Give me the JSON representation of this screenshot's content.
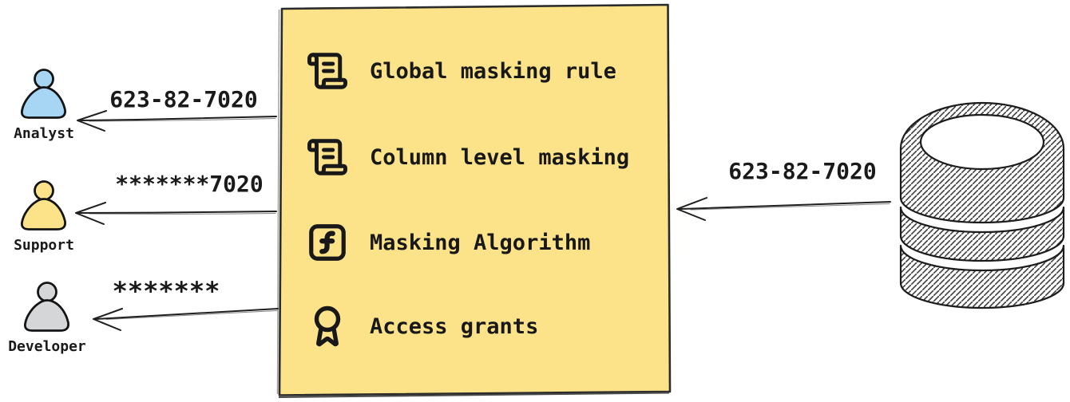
{
  "diagram": {
    "ink_color": "#1a1a1a",
    "personas": [
      {
        "label": "Analyst",
        "masked_value": "623-82-7020",
        "fill": "#a7d6f5"
      },
      {
        "label": "Support",
        "masked_value": "*******7020",
        "fill": "#fce38a"
      },
      {
        "label": "Developer",
        "masked_value": "*******",
        "fill": "#d4d6d8"
      }
    ],
    "masking_box": {
      "fill": "#fce38a",
      "border_color": "#2b2b2b",
      "items": [
        {
          "label": "Global masking rule",
          "icon": "scroll-text-icon"
        },
        {
          "label": "Column level masking",
          "icon": "scroll-text-icon"
        },
        {
          "label": "Masking Algorithm",
          "icon": "function-square-icon"
        },
        {
          "label": "Access grants",
          "icon": "award-icon"
        }
      ]
    },
    "database": {
      "icon": "database-icon",
      "outgoing_value": "623-82-7020"
    }
  }
}
